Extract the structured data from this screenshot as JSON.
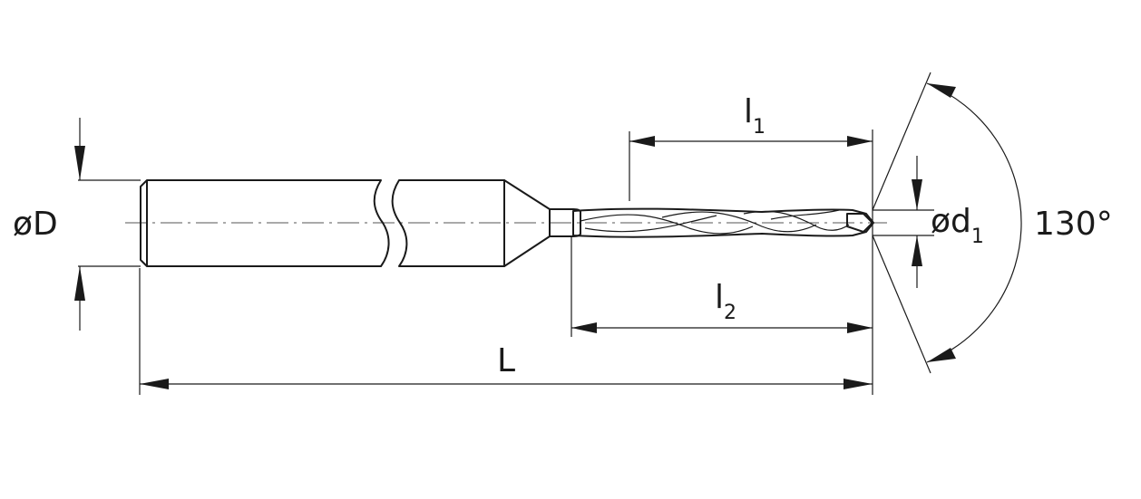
{
  "labels": {
    "shank_diameter": "øD",
    "tip_diameter_prefix": "ød",
    "tip_diameter_sub": "1",
    "flute_length_main": "l",
    "flute_length_sub": "1",
    "body_length_main": "l",
    "body_length_sub": "2",
    "overall_length": "L",
    "point_angle": "130°"
  },
  "colors": {
    "line": "#1a1a1a",
    "body_fill": "#ffffff",
    "cone_dark": "#8c8c8c",
    "cone_light": "#efefef",
    "flute_dark": "#7a7a7a",
    "flute_light": "#d4d4d4"
  }
}
